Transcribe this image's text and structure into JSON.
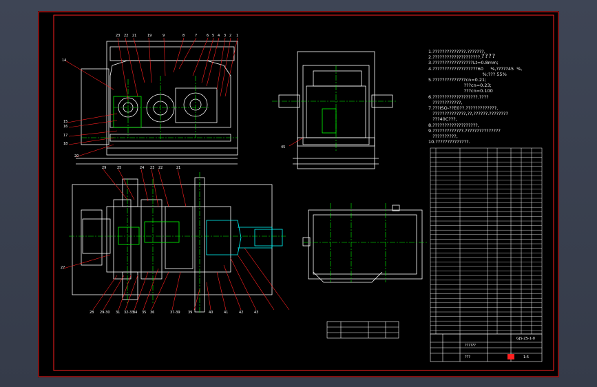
{
  "technical_notes": {
    "title": "????",
    "lines": [
      "1.??????????????.???????,",
      "2.????????????????????,",
      "3.?????????????????Lt=0.8mm;",
      "4.???????????????????60     %,?????45  %,",
      "                                      %;??? 55%",
      "5.??????????????cn=0.21;",
      "                         ???cn=0.23;",
      "                         ???cn=0.100",
      "6.???????????????????.????",
      "   ????????????,",
      "7.???ISO-??E0??.?????????????,",
      "   ??????????????,??,??????.????????",
      "   ???40C???,",
      "8.???????????????????,",
      "9.?????????????.???????????????",
      "   ??????????,",
      "10.??????????????."
    ]
  },
  "part_callouts": {
    "front_view": [
      "23",
      "22",
      "21",
      "19",
      "9",
      "8",
      "7",
      "6",
      "5",
      "4",
      "3",
      "2",
      "1",
      "14",
      "15",
      "16",
      "17",
      "18",
      "20"
    ],
    "top_view": [
      "29",
      "25",
      "24",
      "23",
      "22",
      "21",
      "27",
      "28",
      "29-30",
      "31",
      "32-33",
      "34",
      "35",
      "36",
      "37-39",
      "39",
      "40",
      "41",
      "42",
      "43"
    ],
    "side_view": [
      "45"
    ]
  },
  "title_block": {
    "drawing_number": "GJS-ZS-1-0",
    "scale": "1:5",
    "drawing_label": "??????",
    "drawing_label_2": "???"
  },
  "colors": {
    "background": "#000000",
    "border": "#ff0000",
    "outline": "#ffffff",
    "centerline": "#00ff00",
    "leader": "#ff2020",
    "hidden": "#00ffff"
  }
}
